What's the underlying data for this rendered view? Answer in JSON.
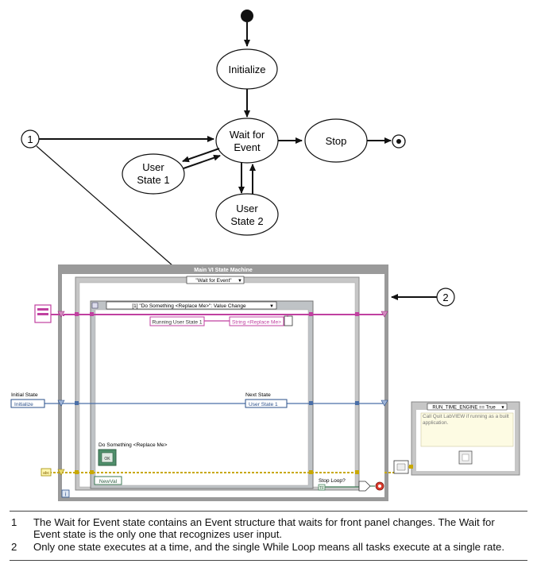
{
  "state_diagram": {
    "states": {
      "initialize": "Initialize",
      "wait_line1": "Wait for",
      "wait_line2": "Event",
      "stop": "Stop",
      "user1_line1": "User",
      "user1_line2": "State 1",
      "user2_line1": "User",
      "user2_line2": "State 2"
    }
  },
  "callouts": {
    "one": "1",
    "two": "2"
  },
  "block_diagram": {
    "loop_title": "Main VI State Machine",
    "case_selector": "\"Wait for Event\"",
    "event_selector": "[1] \"Do Something <Replace Me>\": Value Change",
    "running_label": "Running User State 1",
    "string_label": "String <Replace Me>",
    "initial_state_label": "Initial State",
    "initial_state_value": "Initialize",
    "next_state_label": "Next State",
    "next_state_value": "User State 1",
    "do_something_label": "Do Something <Replace Me>",
    "newval_label": "NewVal",
    "stop_loop_label": "Stop Loop?",
    "iteration_label": "i",
    "bool_const": "TF",
    "error_const": "abc",
    "small_case_selector": "RUN_TIME_ENGINE == True",
    "comment": "Call Quit LabVIEW if running as a built application."
  },
  "captions": [
    {
      "num": "1",
      "text": "The Wait for Event state contains an Event structure that waits for front panel changes. The Wait for Event state is the only one that recognizes user input."
    },
    {
      "num": "2",
      "text": "Only one state executes at a time, and the single While Loop means all tasks execute at a single rate."
    }
  ]
}
